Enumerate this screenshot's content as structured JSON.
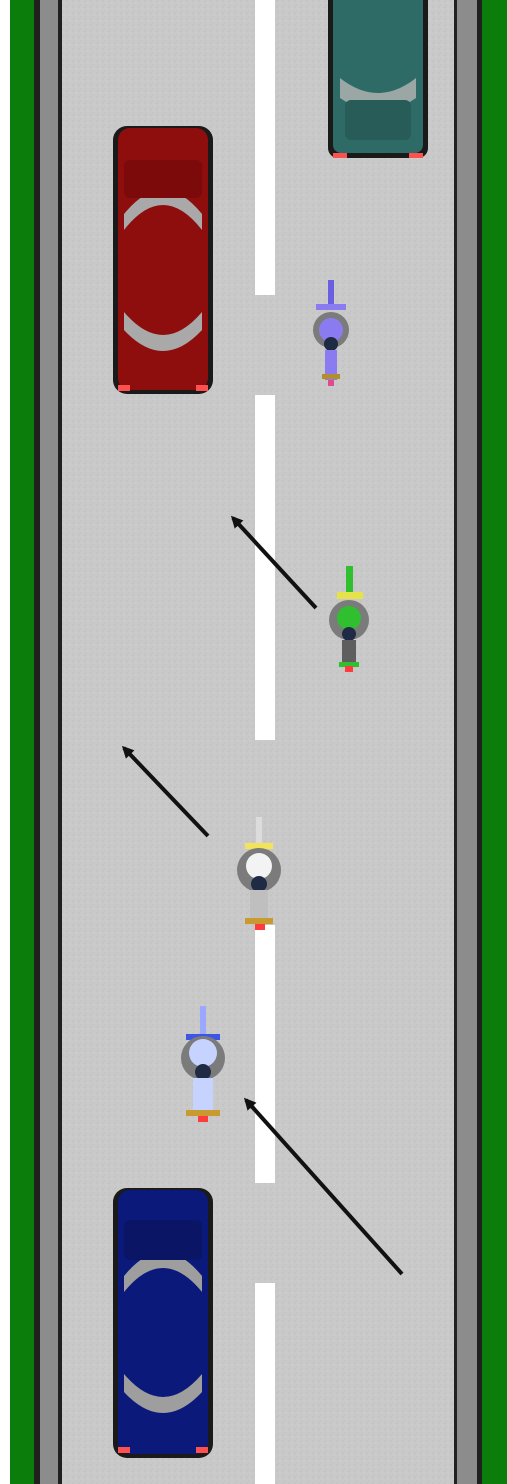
{
  "scene": {
    "description_free": true,
    "colors": {
      "grass": "#0b7d0b",
      "shoulder_gray": "#8c8c8c",
      "edge_line": "#1a1a1a",
      "asphalt": "#c9c9c9",
      "lane_marking": "#ffffff",
      "arrow": "#111111"
    },
    "vehicles": [
      {
        "kind": "car",
        "name": "teal-car",
        "body": "#2e6b66",
        "roof": "#9aa7a4",
        "lane": "right"
      },
      {
        "kind": "car",
        "name": "red-car",
        "body": "#8e0e0e",
        "roof": "#a9a9a9",
        "lane": "left"
      },
      {
        "kind": "car",
        "name": "blue-car",
        "body": "#0b1a7a",
        "roof": "#9e9e9e",
        "lane": "left"
      },
      {
        "kind": "motorcycle",
        "name": "purple-motorcycle",
        "accent": "#8a7cf0"
      },
      {
        "kind": "motorcycle",
        "name": "green-motorcycle",
        "accent": "#2fbf2f"
      },
      {
        "kind": "motorcycle",
        "name": "white-motorcycle",
        "accent": "#d8d8d8"
      },
      {
        "kind": "motorcycle",
        "name": "lightblue-motorcycle",
        "accent": "#c7d3ff"
      }
    ],
    "arrows": [
      {
        "name": "arrow-from-green-motorcycle"
      },
      {
        "name": "arrow-from-white-motorcycle"
      },
      {
        "name": "arrow-to-lightblue-motorcycle"
      }
    ]
  }
}
